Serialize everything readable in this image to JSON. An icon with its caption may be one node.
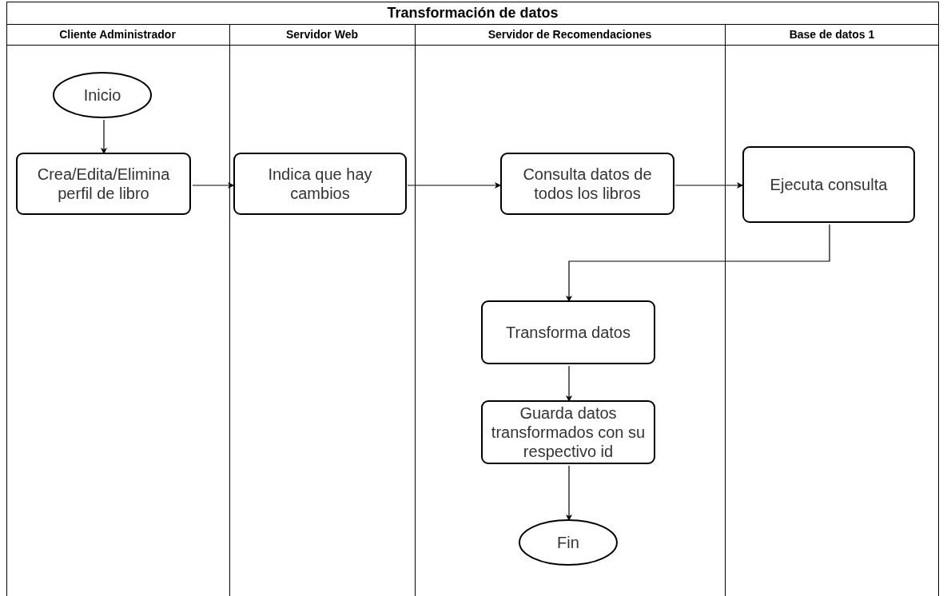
{
  "diagram": {
    "nodes": [
      {
        "text": [
          "Transformación de datos"
        ]
      },
      {
        "text": [
          "Cliente Administrador"
        ],
        "in": 0
      },
      {
        "text": [
          "Inicio"
        ],
        "in": 1
      },
      {
        "text": [
          "Crea/Edita/Elimina perfil de libro"
        ],
        "in": 1
      },
      {
        "text": [
          "Servidor Web"
        ],
        "in": 0
      },
      {
        "text": [
          "Indica que hay cambios"
        ],
        "in": 4
      },
      {
        "text": [
          "Servidor de Recomendaciones"
        ],
        "in": 0
      },
      {
        "text": [
          "Consulta datos de todos los libros"
        ],
        "in": 6
      },
      {
        "text": [
          "Transforma datos"
        ],
        "in": 6
      },
      {
        "text": [
          "Guarda datos transformados con su respectivo id"
        ],
        "in": 6
      },
      {
        "text": [
          "Fin"
        ],
        "in": 6
      },
      {
        "text": [
          "Base de datos 1"
        ],
        "in": 0
      },
      {
        "text": [
          "Ejecuta consulta"
        ],
        "in": 11
      }
    ],
    "edges": [
      {
        "from": 2,
        "to": 3,
        "arrow": "to"
      },
      {
        "from": 3,
        "to": 5,
        "arrow": "to"
      },
      {
        "from": 5,
        "to": 7,
        "arrow": "to"
      },
      {
        "from": 7,
        "to": 12,
        "arrow": "to"
      },
      {
        "from": 12,
        "to": 8,
        "arrow": "to"
      },
      {
        "from": 8,
        "to": 9,
        "arrow": "to"
      },
      {
        "from": 9,
        "to": 10,
        "arrow": "to"
      }
    ]
  }
}
